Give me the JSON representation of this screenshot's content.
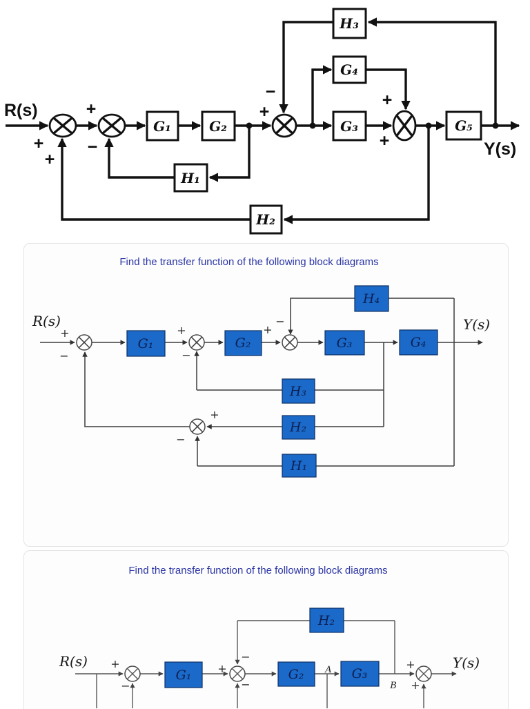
{
  "colors": {
    "page_background": "#ffffff",
    "ink_black": "#111111",
    "block_blue": "#1b6ac9",
    "block_border_blue": "#0c2f63",
    "block_text_navy": "#0d1f52",
    "title_blue": "#2b35a5",
    "line_gray": "#555555"
  },
  "diagram1": {
    "input_label": "R(s)",
    "output_label": "Y(s)",
    "blocks": {
      "g1": "G₁",
      "g2": "G₂",
      "g3": "G₃",
      "g4": "G₄",
      "g5": "G₅",
      "h1": "H₁",
      "h2": "H₂",
      "h3": "H₃"
    },
    "signs": {
      "sum1_input": "+",
      "sum1_feedback": "+",
      "sum2_input": "+",
      "sum2_feedback": "−",
      "sum3_input": "+",
      "sum3_feedback": "−",
      "sum4_top": "+",
      "sum4_input": "+"
    }
  },
  "card2": {
    "title": "Find the transfer function of the following block diagrams",
    "diagram": {
      "input_label": "R(s)",
      "output_label": "Y(s)",
      "blocks": {
        "g1": "G₁",
        "g2": "G₂",
        "g3": "G₃",
        "g4": "G₄",
        "h1": "H₁",
        "h2": "H₂",
        "h3": "H₃",
        "h4": "H₄"
      },
      "signs": {
        "sum1_input": "+",
        "sum1_feedback": "−",
        "sum2_input": "+",
        "sum2_feedback": "−",
        "sum3_input": "+",
        "sum3_feedback": "−",
        "sum4_input": "+",
        "sum4_feedback": "−"
      }
    }
  },
  "card3": {
    "title": "Find the transfer function of the following block diagrams",
    "diagram": {
      "input_label": "R(s)",
      "output_label": "Y(s)",
      "blocks": {
        "g1": "G₁",
        "g2": "G₂",
        "g3": "G₃",
        "h2": "H₂"
      },
      "node_labels": {
        "a": "A",
        "b": "B"
      },
      "signs": {
        "sum1_input": "+",
        "sum1_feedback": "−",
        "sum2_input": "+",
        "sum2_top": "−",
        "sum2_bottom": "−",
        "sum3_top": "+",
        "sum3_bottom": "+"
      }
    }
  }
}
